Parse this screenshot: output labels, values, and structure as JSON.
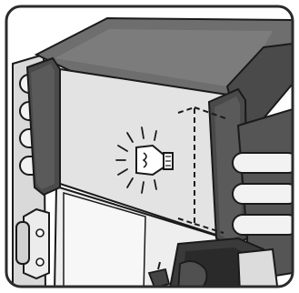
{
  "figure": {
    "subject": "appliance-interior-light-illustration",
    "style": "line-art",
    "colors": {
      "outline": "#1a1a1a",
      "frame_border": "#2b2b2b",
      "body_dark": "#555555",
      "lid_top": "#6e6e6e",
      "lid_front": "#4a4a4a",
      "glass_panel": "#e3e3e3",
      "glass_lower": "#eeeeee",
      "vent_light": "#f2f2f2",
      "background": "#ffffff"
    },
    "icons": [
      "light-bulb-icon",
      "hinge-icon"
    ],
    "indicators": [
      "light-rays",
      "dashed-bracket"
    ]
  }
}
